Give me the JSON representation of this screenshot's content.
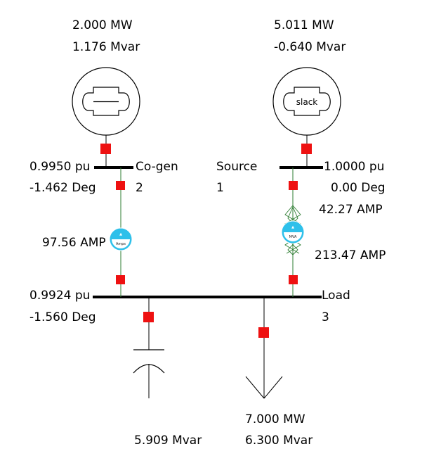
{
  "generators": {
    "cogen": {
      "mw": "2.000 MW",
      "mvar": "1.176 Mvar"
    },
    "source": {
      "mw": "5.011 MW",
      "mvar": "-0.640 Mvar",
      "tag": "slack"
    }
  },
  "buses": {
    "cogen": {
      "name": "Co-gen",
      "number": "2",
      "voltage": "0.9950 pu",
      "angle": "-1.462 Deg"
    },
    "source": {
      "name": "Source",
      "number": "1",
      "voltage": "1.0000 pu",
      "angle": "0.00 Deg"
    },
    "load": {
      "name": "Load",
      "number": "3",
      "voltage": "0.9924 pu",
      "angle": "-1.560 Deg"
    }
  },
  "lines": {
    "cogen_load": {
      "current": "97.56 AMP",
      "meter_tag": "Amps"
    },
    "source_load": {
      "current_top": "42.27 AMP",
      "current_bottom": "213.47 AMP",
      "meter_tag": "MVA"
    }
  },
  "shunt": {
    "mvar": "5.909 Mvar"
  },
  "load": {
    "mw": "7.000 MW",
    "mvar": "6.300 Mvar"
  },
  "colors": {
    "bus": "#000000",
    "line": "#2e7d32",
    "breaker": "#ee1111",
    "meter": "#2ec0ea",
    "symbol": "#000000"
  }
}
